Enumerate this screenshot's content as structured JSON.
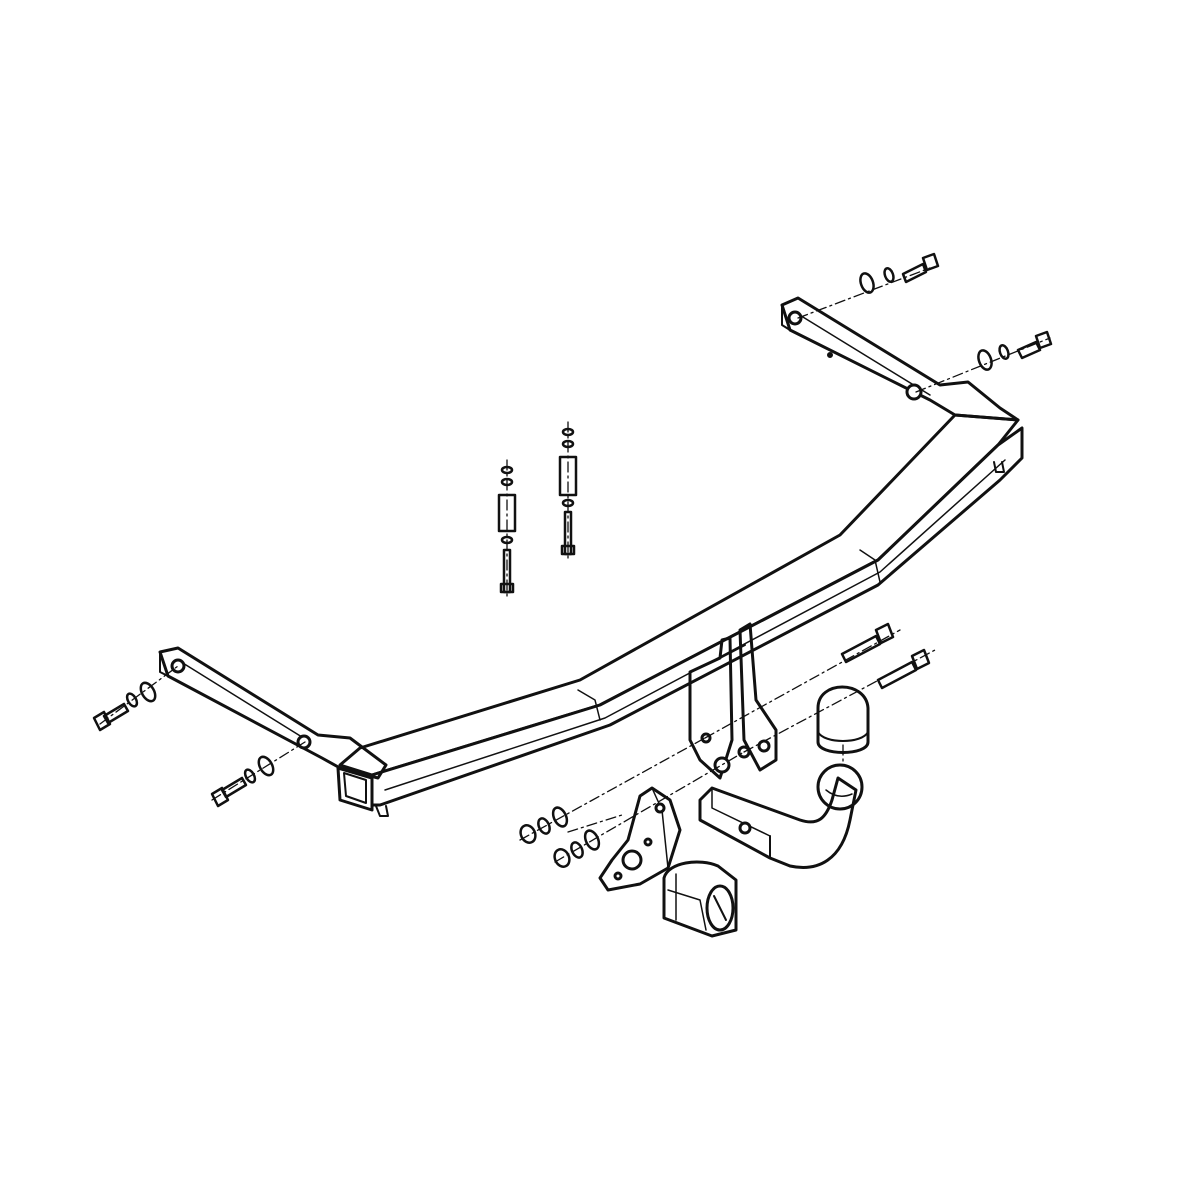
{
  "diagram": {
    "kind": "exploded-assembly-line-drawing",
    "printed_text": [],
    "colors": {
      "background": "#ffffff",
      "line": "#111111",
      "fill": "#ffffff"
    },
    "components": [
      "tow-bar-crossbeam",
      "left-mounting-bracket",
      "right-mounting-bracket",
      "center-mount-plate",
      "removable-tow-ball-neck",
      "tow-ball",
      "tow-ball-cover-cap",
      "socket-mounting-plate",
      "electrical-socket",
      "vertical-bolt-assembly-left",
      "vertical-bolt-assembly-right",
      "bolt-washer-group-top-right-upper",
      "bolt-washer-group-top-right-lower",
      "bolt-washer-group-left-upper",
      "bolt-washer-group-left-lower",
      "center-mount-bolts",
      "center-mount-nuts-and-washers"
    ]
  }
}
